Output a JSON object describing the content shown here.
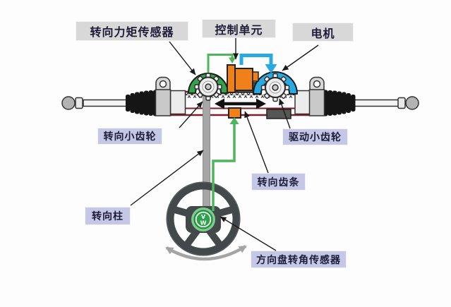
{
  "labels": {
    "torque_sensor": "转向力矩传感器",
    "control_unit": "控制单元",
    "motor": "电机",
    "steering_pinion": "转向小齿轮",
    "drive_pinion": "驱动小齿轮",
    "steering_rack": "转向齿条",
    "steering_column": "转向柱",
    "wheel_angle_sensor": "方向盘转角传感器"
  },
  "badge": {
    "vw_top": "V",
    "vw_bottom": "W"
  },
  "colors": {
    "sensor_green": "#33a24a",
    "wire_green": "#4db65c",
    "motor_blue": "#29a9e1",
    "control_orange": "#f08019",
    "housing_maroon": "#7b1f2a",
    "label_gray_bg": "#d8d8d8",
    "label_lavender_bg": "#c6c6e6",
    "wheel_dark": "#43484b"
  },
  "icons": {
    "vw_badge": "vw-logo",
    "rotation_arrow": "rotate-both-ways-arrow",
    "rack_travel_arrow": "double-headed-arrow"
  }
}
